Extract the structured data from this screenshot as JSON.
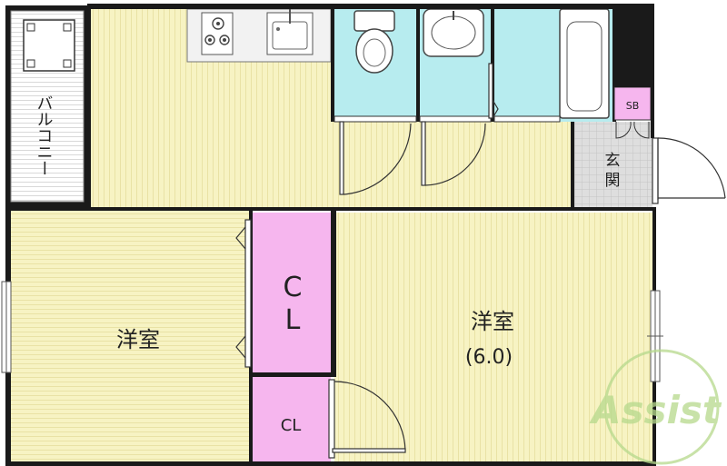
{
  "rooms": {
    "balcony": "バルコニー",
    "western_room_1": "洋室",
    "western_room_2": "洋室",
    "western_room_2_size": "(6.0)",
    "closet_large": [
      "C",
      "L"
    ],
    "closet_small": "CL",
    "entrance": [
      "玄",
      "関"
    ],
    "shoe_box": "SB"
  },
  "watermark": {
    "text": "Assist"
  },
  "colors": {
    "room_floor": "#f7f3c3",
    "wet_area": "#b7ecef",
    "closet": "#f6b6ee",
    "entrance": "#dcdcdc",
    "wall": "#1a1a1a",
    "watermark": "#b6d98c"
  }
}
